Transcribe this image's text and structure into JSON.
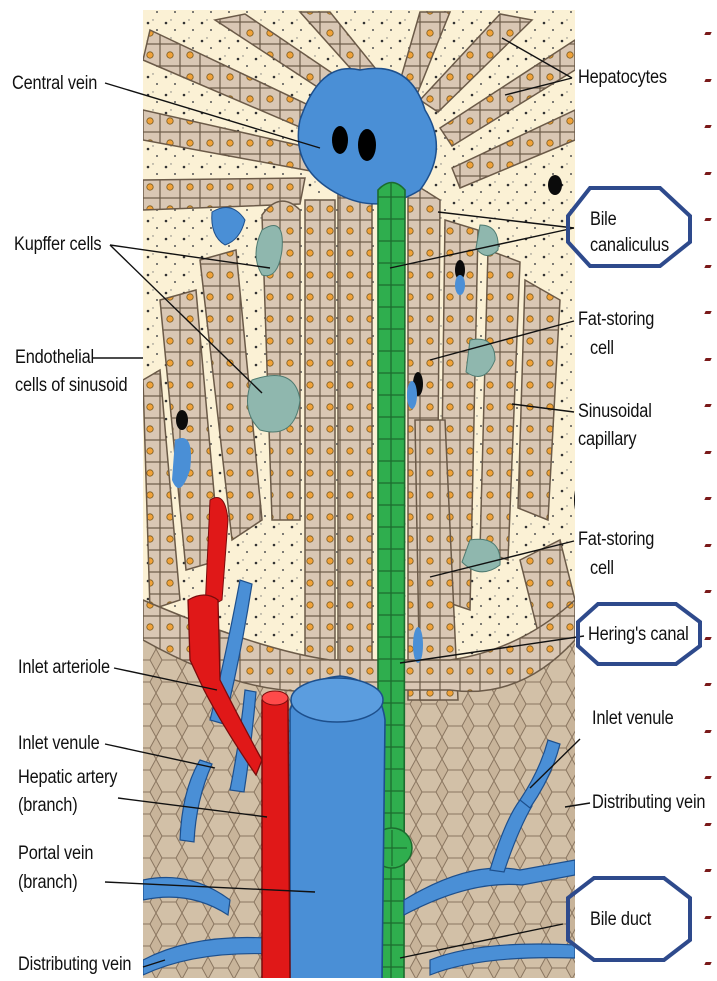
{
  "labels": {
    "central_vein": "Central vein",
    "hepatocytes": "Hepatocytes",
    "bile_canaliculus_1": "Bile",
    "bile_canaliculus_2": "canaliculus",
    "kupffer_cells": "Kupffer cells",
    "fat_storing_cell_a1": "Fat-storing",
    "fat_storing_cell_a2": "cell",
    "endothelial_1": "Endothelial",
    "endothelial_2": "cells of sinusoid",
    "sinusoidal_1": "Sinusoidal",
    "sinusoidal_2": "capillary",
    "fat_storing_cell_b1": "Fat-storing",
    "fat_storing_cell_b2": "cell",
    "herings_canal": "Hering's canal",
    "inlet_arteriole": "Inlet arteriole",
    "inlet_venule_left": "Inlet venule",
    "inlet_venule_right": "Inlet venule",
    "hepatic_artery_1": "Hepatic artery",
    "hepatic_artery_2": "(branch)",
    "distributing_vein_right": "Distributing vein",
    "portal_vein_1": "Portal vein",
    "portal_vein_2": "(branch)",
    "bile_duct": "Bile duct",
    "distributing_vein_left": "Distributing vein"
  },
  "highlighted": [
    "Bile canaliculus",
    "Hering's canal",
    "Bile duct"
  ],
  "colors": {
    "highlight_outline": "#2e4a8c",
    "vein": "#4a8fd6",
    "artery": "#e01818",
    "bile": "#2fae4e",
    "hepatocyte": "#d9c7b4",
    "sinusoid": "#fbf1d5",
    "nucleus": "#f0a23a",
    "connective": "#c9b59c",
    "kupffer": "#8fb7ae"
  }
}
